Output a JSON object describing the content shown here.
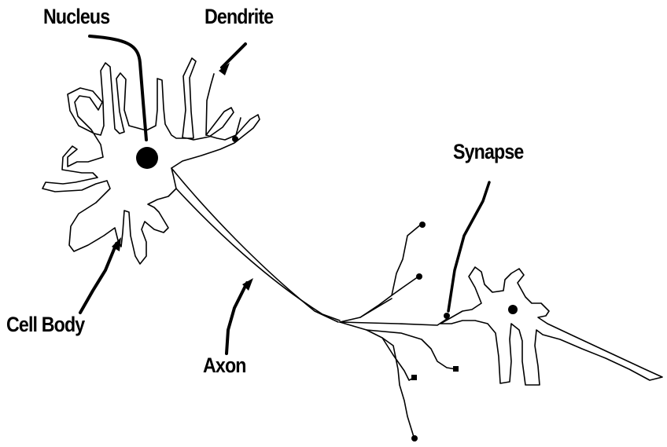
{
  "labels": {
    "nucleus": "Nucleus",
    "dendrite": "Dendrite",
    "synapse": "Synapse",
    "cell_body": "Cell Body",
    "axon": "Axon"
  },
  "colors": {
    "ink": "#000000",
    "background": "#ffffff"
  }
}
